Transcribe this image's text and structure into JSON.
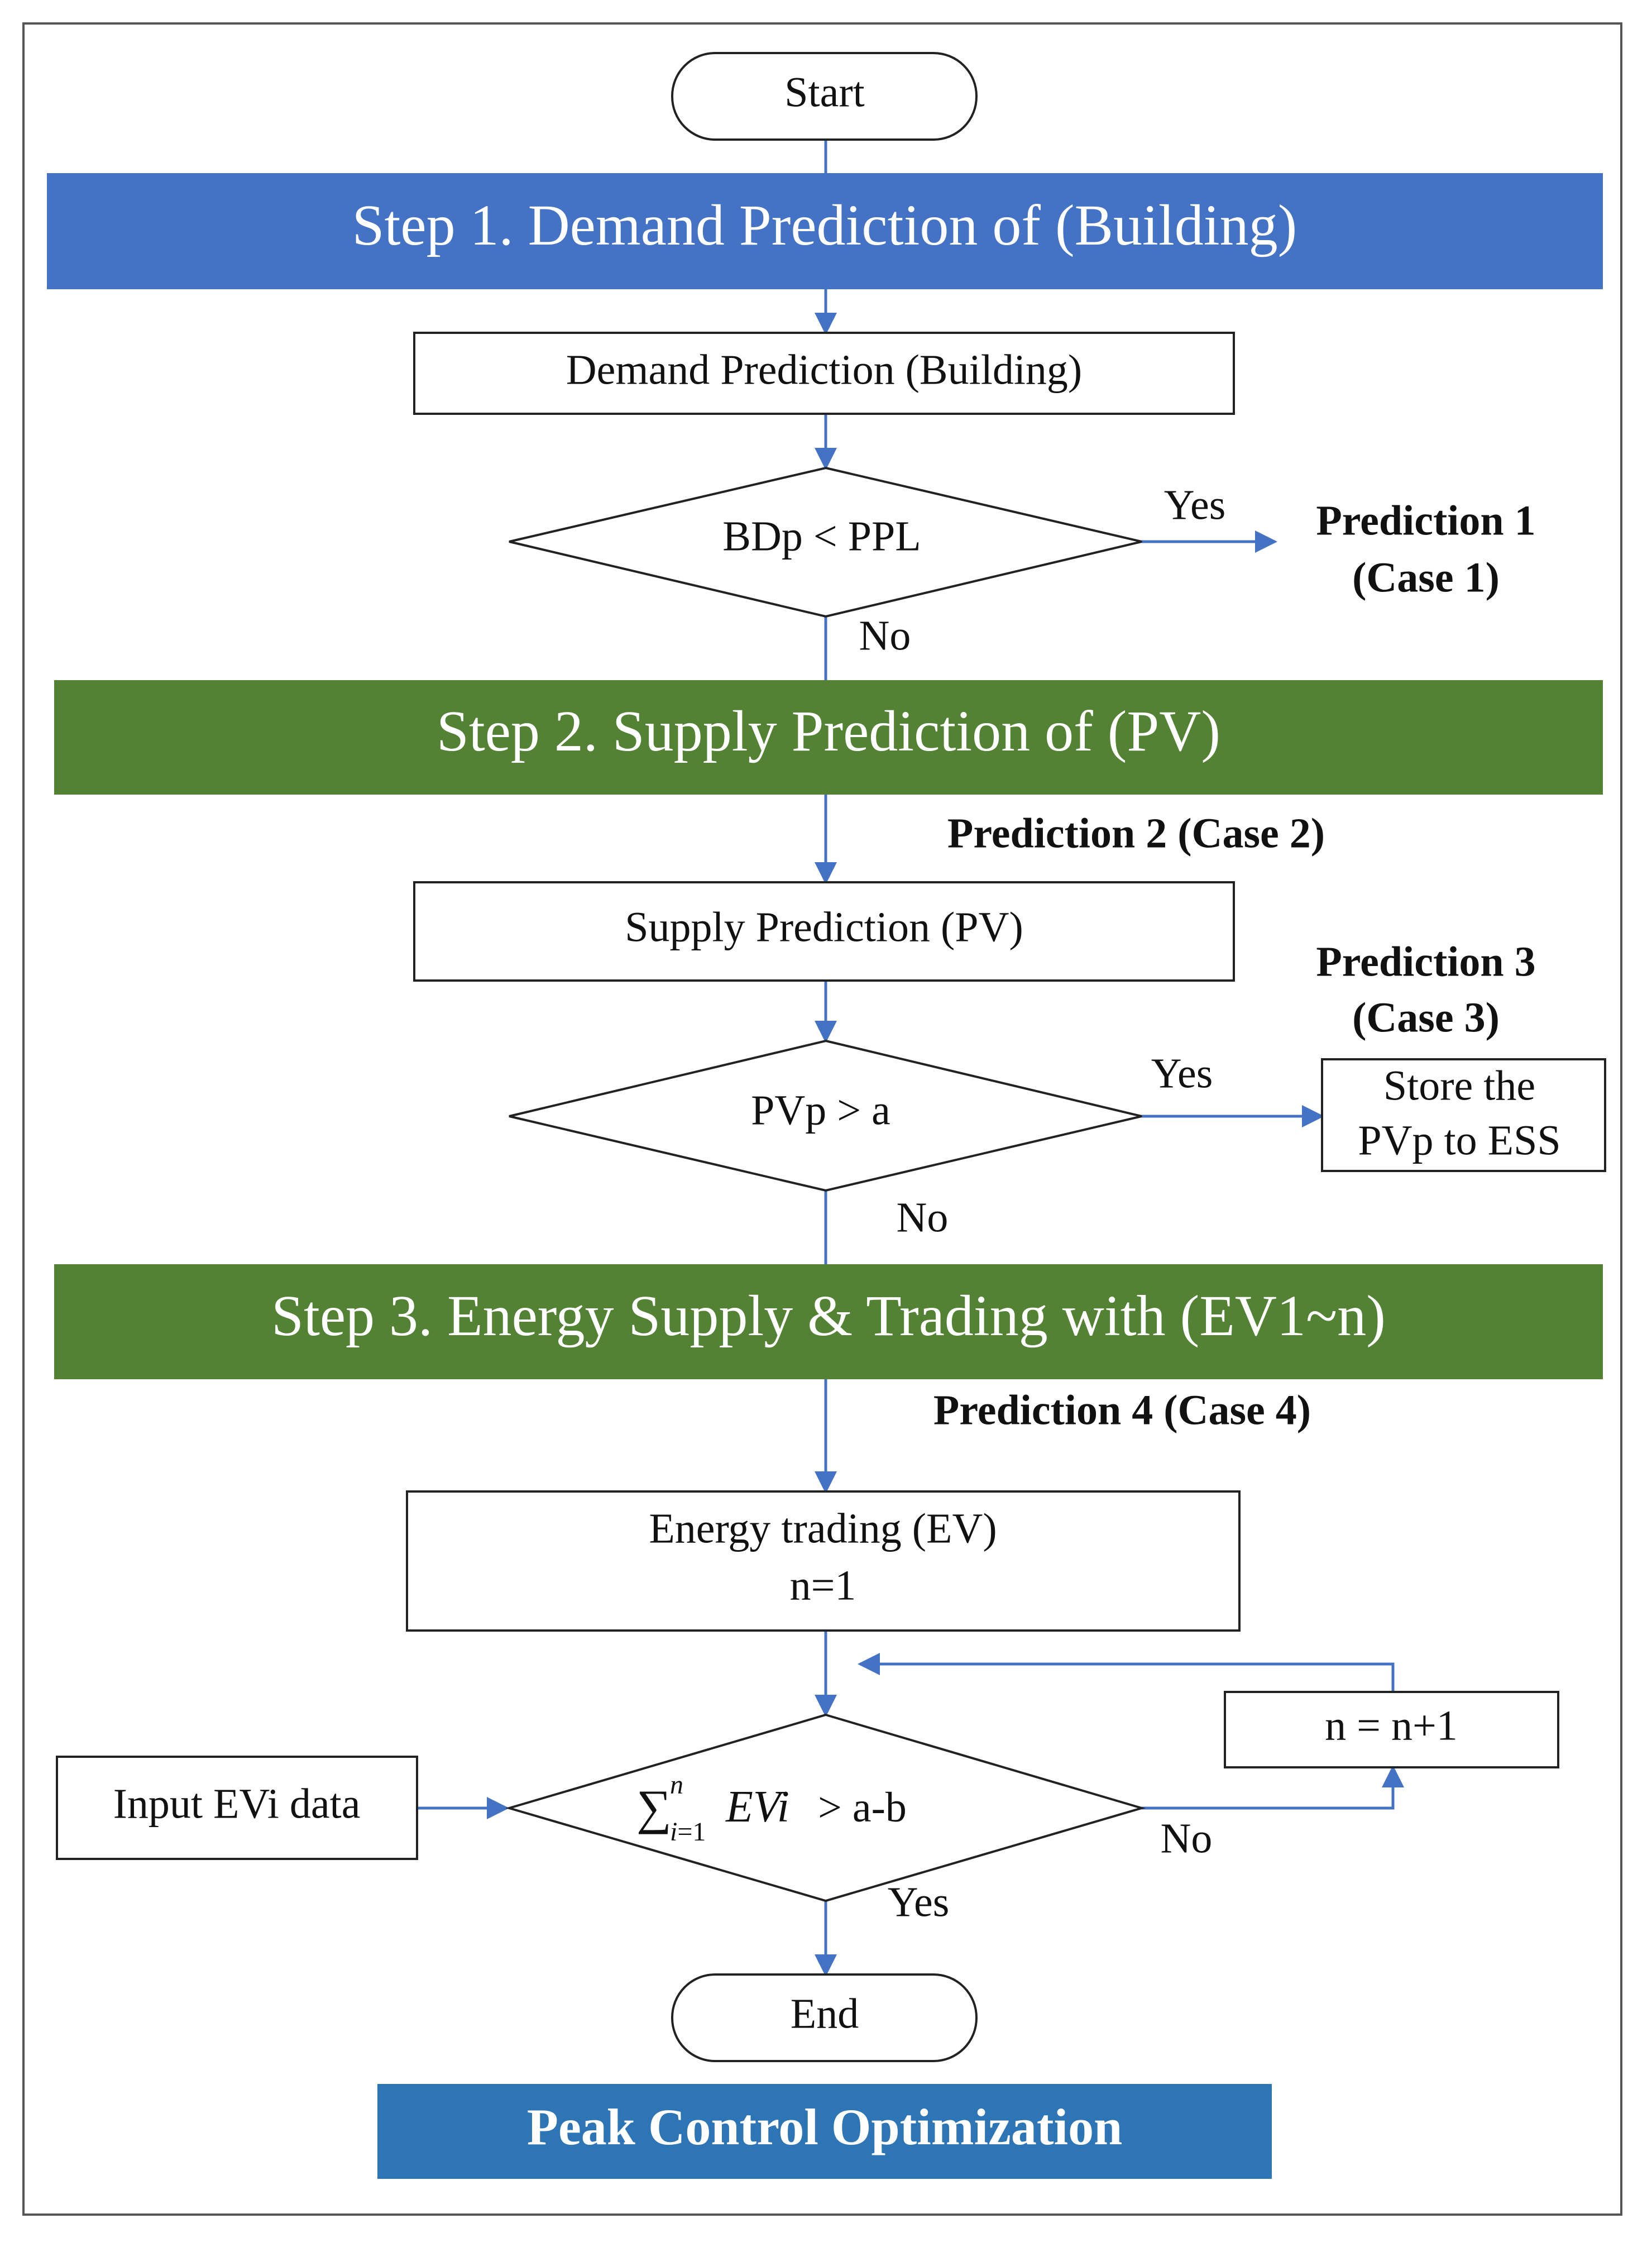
{
  "colors": {
    "step1_band": "#4472C4",
    "step2_band": "#548235",
    "step3_band": "#548235",
    "footer_band": "#2E75B6",
    "arrow": "#4472C4"
  },
  "nodes": {
    "start": "Start",
    "step1": "Step 1. Demand Prediction of (Building)",
    "demand_box": "Demand Prediction (Building)",
    "decision1": "BDp < PPL",
    "step2": "Step 2. Supply Prediction of (PV)",
    "supply_box": "Supply Prediction (PV)",
    "decision2": "PVp > a",
    "store_line1": "Store the",
    "store_line2": "PVp to ESS",
    "step3": "Step 3. Energy Supply & Trading with (EV1~n)",
    "trading_line1": "Energy trading (EV)",
    "trading_line2": "n=1",
    "increment": "n = n+1",
    "input": "Input EVi data",
    "decision3_tail": " > a-b",
    "end": "End",
    "footer": "Peak Control Optimization"
  },
  "labels": {
    "yes1": "Yes",
    "no1": "No",
    "prediction1_line1": "Prediction 1",
    "prediction1_line2": "(Case 1)",
    "prediction2": "Prediction 2 (Case 2)",
    "prediction3_line1": "Prediction 3",
    "prediction3_line2": "(Case 3)",
    "yes2": "Yes",
    "no2": "No",
    "prediction4": "Prediction 4 (Case 4)",
    "no3": "No",
    "yes3": "Yes"
  }
}
